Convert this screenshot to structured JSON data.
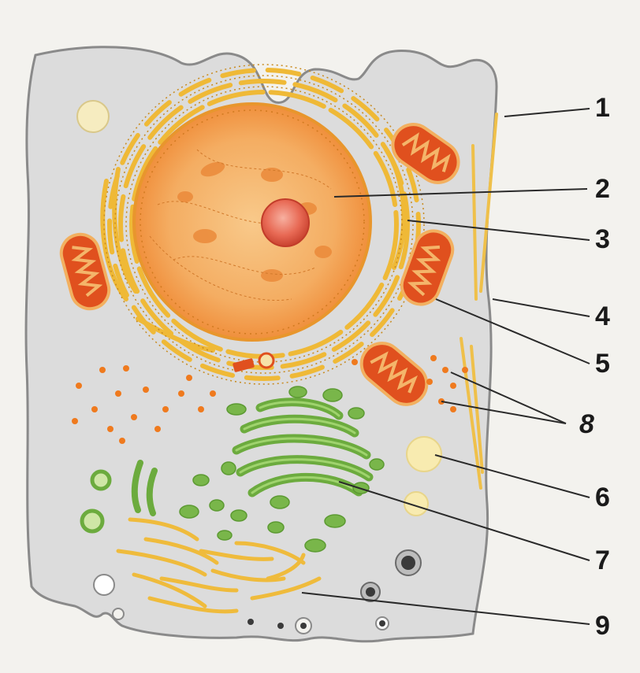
{
  "labels": {
    "l1": "1",
    "l2": "2",
    "l3": "3",
    "l4": "4",
    "l5": "5",
    "l6": "6",
    "l7": "7",
    "l8": "8",
    "l9": "9"
  },
  "colors": {
    "background": "#f3f2ee",
    "cytoplasm": "#dcdcdc",
    "membrane": "#8a8a8a",
    "nucleus": "#f2a65a",
    "nucleolus": "#e35a4a",
    "er": "#f3c640",
    "mitochondria": "#e0501e",
    "golgi": "#79b64a",
    "vacuole": "#f8ebb0",
    "leader": "#2a2a2a"
  }
}
